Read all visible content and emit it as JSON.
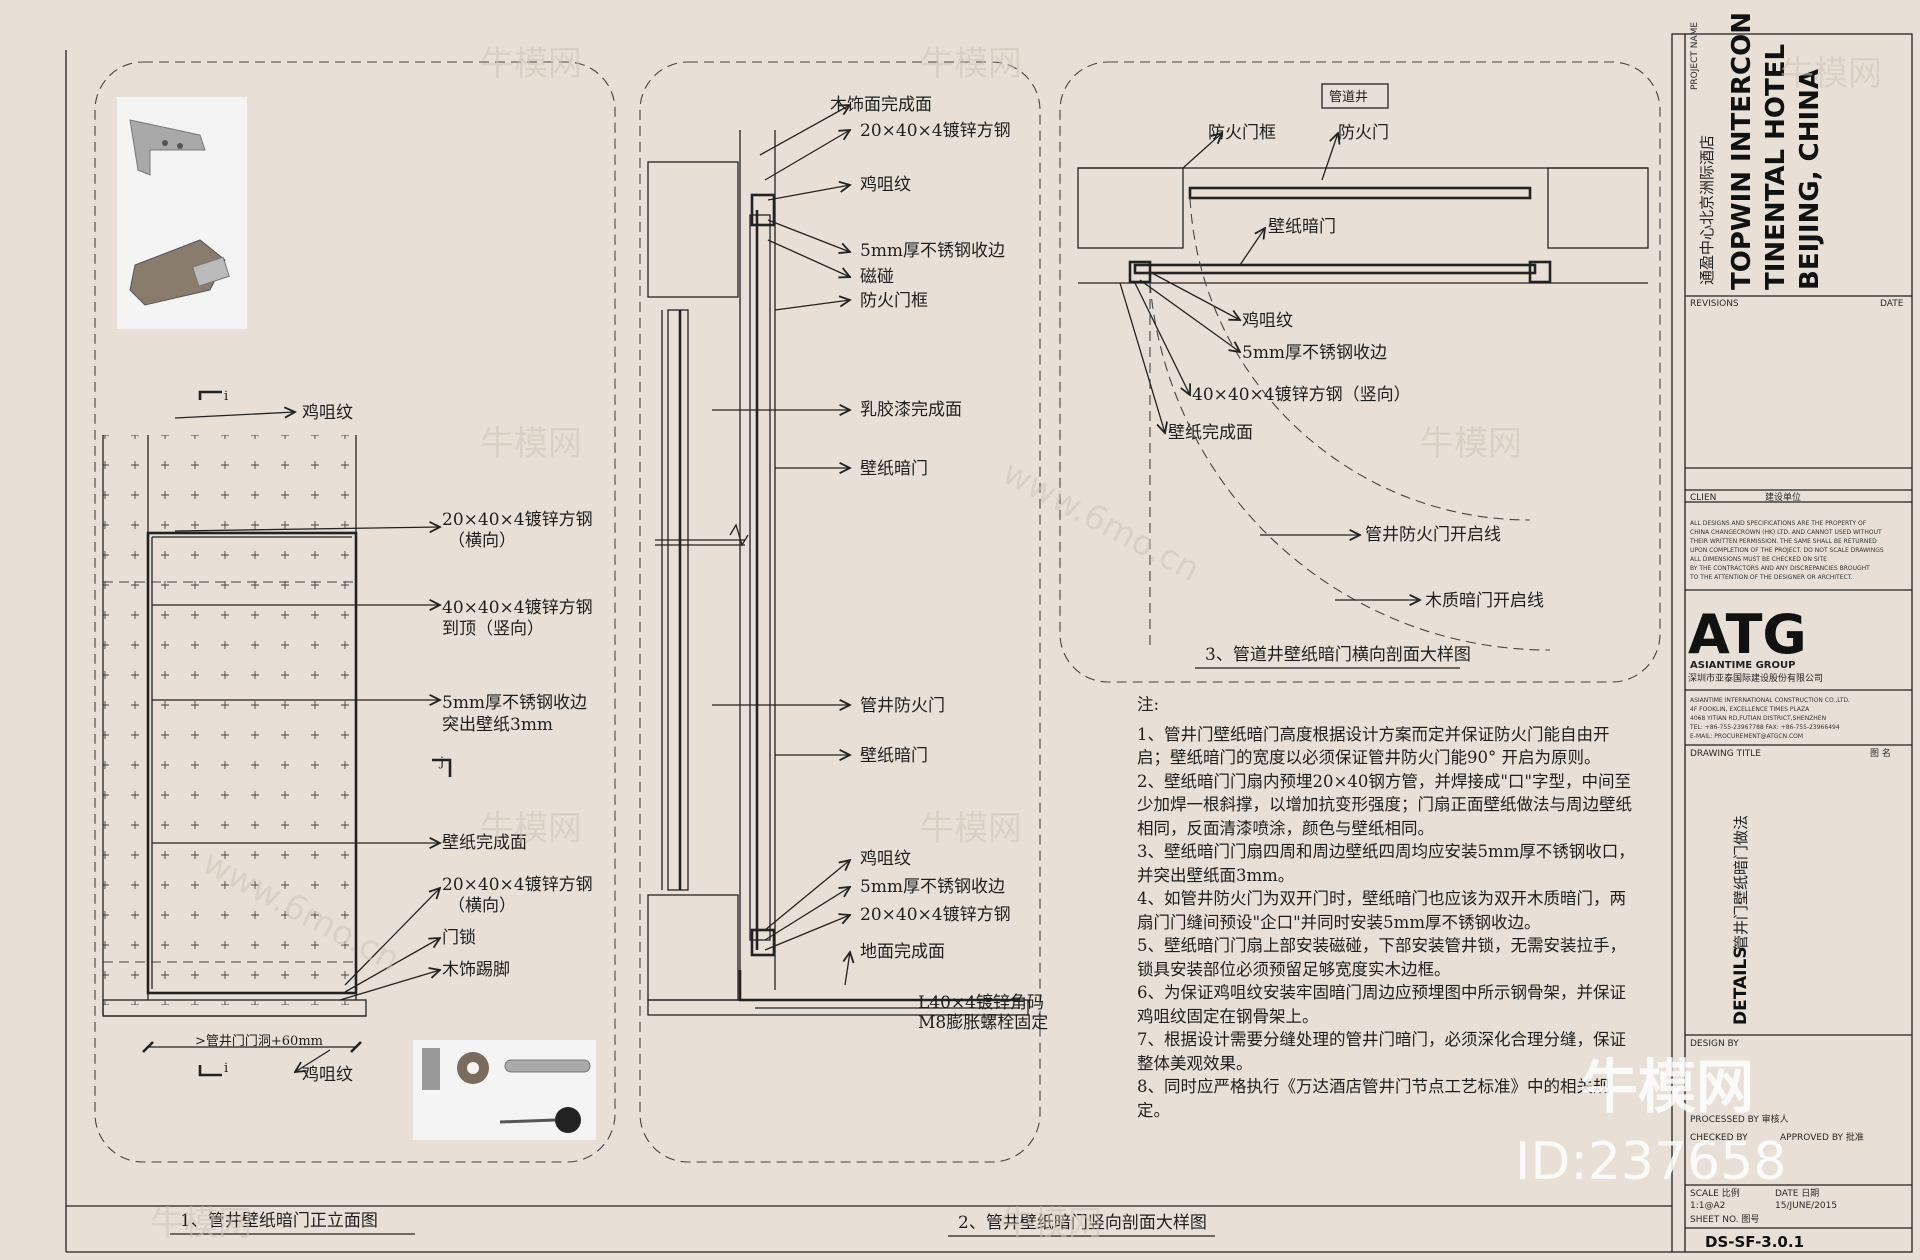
{
  "watermark": {
    "brand": "牛模网",
    "site": "www.6mo.cn",
    "id": "ID:237658"
  },
  "view1": {
    "title": "1、管井壁纸暗门正立面图",
    "section_mark_i": "i",
    "section_mark_j": "j",
    "labels": {
      "top_pattern": "鸡咀纹",
      "tube_h_top": "20×40×4镀锌方钢",
      "tube_h_top_note": "（横向）",
      "tube_v": "40×40×4镀锌方钢",
      "tube_v_note": "到顶（竖向）",
      "steel_edge": "5mm厚不锈钢收边",
      "steel_edge_note": "突出壁纸3mm",
      "wallpaper_finish": "壁纸完成面",
      "tube_h_bottom": "20×40×4镀锌方钢",
      "tube_h_bottom_note": "（横向）",
      "lock": "门锁",
      "skirting": "木饰踢脚",
      "dimension": ">管井门门洞+60mm",
      "bottom_pattern": "鸡咀纹"
    }
  },
  "view2": {
    "title": "2、管井壁纸暗门竖向剖面大样图",
    "labels": {
      "wood_finish": "木饰面完成面",
      "tube_top": "20×40×4镀锌方钢",
      "pattern_top": "鸡咀纹",
      "steel_top": "5mm厚不锈钢收边",
      "magnet": "磁碰",
      "fire_frame": "防火门框",
      "latex_finish": "乳胶漆完成面",
      "wall_door_upper": "壁纸暗门",
      "fire_door": "管井防火门",
      "wall_door_lower": "壁纸暗门",
      "pattern_bottom": "鸡咀纹",
      "steel_bottom": "5mm厚不锈钢收边",
      "tube_bottom": "20×40×4镀锌方钢",
      "floor_finish": "地面完成面",
      "angle_steel": "L40×4镀锌角码",
      "bolt": "M8膨胀螺栓固定"
    }
  },
  "view3": {
    "title": "3、管道井壁纸暗门横向剖面大样图",
    "labels": {
      "shaft": "管道井",
      "fire_frame": "防火门框",
      "fire_door": "防火门",
      "wall_door": "壁纸暗门",
      "pattern": "鸡咀纹",
      "steel_edge": "5mm厚不锈钢收边",
      "tube": "40×40×4镀锌方钢（竖向）",
      "wallpaper_finish": "壁纸完成面",
      "fire_swing": "管井防火门开启线",
      "wood_swing": "木质暗门开启线"
    }
  },
  "notes": {
    "heading": "注:",
    "items": [
      "1、管井门壁纸暗门高度根据设计方案而定并保证防火门能自由开启；壁纸暗门的宽度以必须保证管井防火门能90° 开启为原则。",
      "2、壁纸暗门门扇内预埋20×40钢方管，并焊接成\"口\"字型，中间至少加焊一根斜撑，以增加抗变形强度；门扇正面壁纸做法与周边壁纸相同，反面清漆喷涂，颜色与壁纸相同。",
      "3、壁纸暗门门扇四周和周边壁纸四周均应安装5mm厚不锈钢收口，并突出壁纸面3mm。",
      "4、如管井防火门为双开门时，壁纸暗门也应该为双开木质暗门，两扇门门缝间预设\"企口\"并同时安装5mm厚不锈钢收边。",
      "5、壁纸暗门门扇上部安装磁碰，下部安装管井锁，无需安装拉手，锁具安装部位必须预留足够宽度实木边框。",
      "6、为保证鸡咀纹安装牢固暗门周边应预埋图中所示钢骨架，并保证鸡咀纹固定在钢骨架上。",
      "7、根据设计需要分缝处理的管井门暗门，必须深化合理分缝，保证整体美观效果。",
      "8、同时应严格执行《万达酒店管井门节点工艺标准》中的相关规定。"
    ]
  },
  "title_block": {
    "project_name_label": "PROJECT NAME",
    "project_cn": "通盈中心北京洲际酒店",
    "project_en_1": "TOPWIN INTERCON",
    "project_en_2": "TINENTAL HOTEL",
    "project_en_3": "BEIJING, CHINA",
    "revisions": "REVISIONS",
    "date_label": "DATE",
    "client": "CLIEN",
    "client_cn": "建设单位",
    "disclaimer_1": "ALL DESIGNS AND SPECIFICATIONS ARE THE PROPERTY OF",
    "disclaimer_2": "CHINA CHANGECROWN (HK) LTD. AND CANNOT USED WITHOUT",
    "disclaimer_3": "THEIR WRITTEN PERMISSION. THE SAME SHALL BE RETURNED",
    "disclaimer_4": "UPON COMPLETION OF THE PROJECT. DO NOT SCALE DRAWINGS",
    "disclaimer_5": "ALL DIMENSIONS MUST BE CHECKED ON SITE",
    "disclaimer_6": "BY THE CONTRACTORS AND ANY DISCREPANCIES BROUGHT",
    "disclaimer_7": "TO THE ATTENTION OF THE DESIGNER OR ARCHITECT.",
    "logo": "ATG",
    "company_en": "ASIANTIME GROUP",
    "company_cn": "深圳市亚泰国际建设股份有限公司",
    "address_1": "ASIANTIME INTERNATIONAL CONSTRUCTION CO.,LTD.",
    "address_2": "4F FOOKLIN, EXCELLENCE TIMES PLAZA",
    "address_3": "4068 YITIAN RD,FUTIAN DISTRICT,SHENZHEN",
    "address_4": "TEL: +86-755-23967788 FAX: +86-755-23966494",
    "address_5": "E-MAIL: PROCUREMENT@ATGCN.COM",
    "drawing_title_label": "DRAWING TITLE",
    "drawing_title_cn": "图 名",
    "drawing_title_en": "DETAILS",
    "drawing_title_cn_full": "管井门壁纸暗门做法",
    "design_by": "DESIGN BY",
    "processed_by": "PROCESSED BY 审核人",
    "checked_by": "CHECKED BY",
    "approved_by": "APPROVED BY 批准",
    "scale_label": "SCALE 比例",
    "scale_value": "1:1@A2",
    "date_label_2": "DATE 日期",
    "date_value": "15/JUNE/2015",
    "sheet_no_label": "SHEET NO. 图号",
    "sheet_no": "DS-SF-3.0.1"
  }
}
